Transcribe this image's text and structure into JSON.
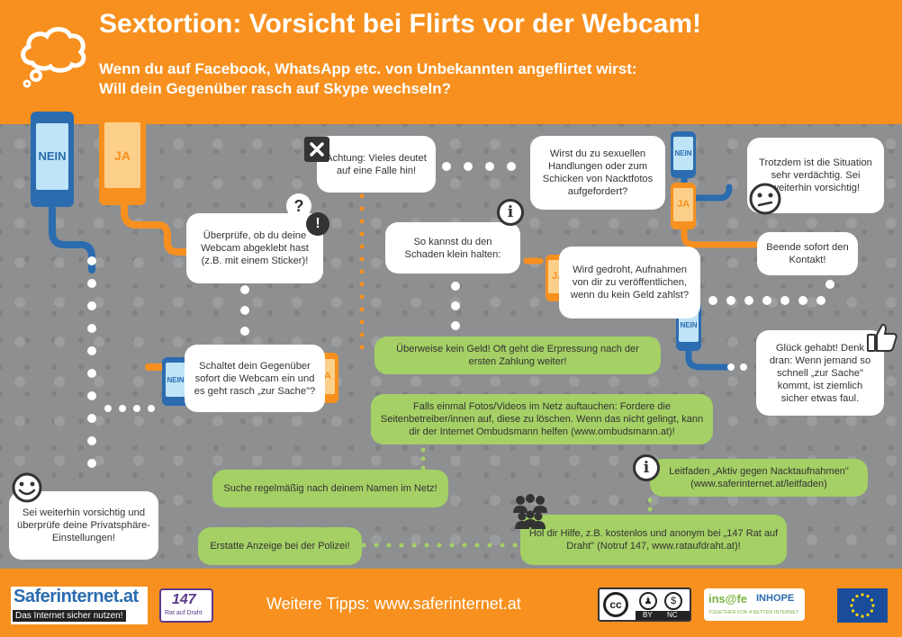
{
  "header": {
    "title": "Sextortion: Vorsicht bei Flirts vor der Webcam!",
    "subtitle_line1": "Wenn du auf Facebook, WhatsApp etc. von Unbekannten angeflirtet wirst:",
    "subtitle_line2": "Will dein Gegenüber rasch auf Skype wechseln?"
  },
  "phones": {
    "nein": "NEIN",
    "ja": "JA"
  },
  "bubbles": {
    "check_webcam": "Überprüfe, ob du deine Webcam abgeklebt hast (z.B. mit einem Sticker)!",
    "partner_webcam": "Schaltet dein Gegenüber sofort die Webcam ein und es geht rasch „zur Sache\"?",
    "stay_careful": "Sei weiterhin vorsichtig und überprüfe deine Privatsphäre-Einstellungen!",
    "warning_trap": "Achtung: Vieles deutet auf eine Falle hin!",
    "sexual_actions": "Wirst du zu sexuellen Handlungen oder zum Schicken von Nacktfotos aufgefordert?",
    "suspicious": "Trotzdem ist die Situation sehr verdächtig. Sei weiterhin vorsichtig!",
    "end_contact": "Beende sofort den Kontakt!",
    "limit_damage": "So kannst du den Schaden klein halten:",
    "threatened": "Wird gedroht, Aufnahmen von dir zu veröffentlichen, wenn du kein Geld zahlst?",
    "lucky": "Glück gehabt! Denk dran: Wenn jemand so schnell „zur Sache\" kommt, ist ziemlich sicher etwas faul."
  },
  "tips": {
    "no_money": "Überweise kein Geld! Oft geht die Erpressung nach der ersten Zahlung weiter!",
    "delete_request": "Falls einmal Fotos/Videos im Netz auftauchen: Fordere die Seitenbetreiber/innen auf, diese zu löschen. Wenn das nicht gelingt, kann dir der Internet Ombudsmann helfen (www.ombudsmann.at)!",
    "search_name": "Suche regelmäßig nach deinem Namen im Netz!",
    "report_police": "Erstatte Anzeige bei der Polizei!",
    "guide": "Leitfaden „Aktiv gegen Nacktaufnahmen\" (www.saferinternet.at/leitfaden)",
    "help_147": "Hol dir Hilfe, z.B. kostenlos und anonym bei „147 Rat auf Draht\" (Notruf 147, www.rataufdraht.at)!"
  },
  "icons": {
    "question": "?",
    "exclamation": "!",
    "info": "i"
  },
  "footer": {
    "logo_safer": "Saferinternet.at",
    "logo_safer_tagline": "Das Internet sicher nutzen!",
    "logo_147": "147",
    "logo_147_sub": "Rat auf Draht",
    "more_tips": "Weitere Tipps: www.saferinternet.at",
    "cc_by": "BY",
    "cc_nc": "NC",
    "insafe": "ins@fe",
    "inhope": "INHOPE",
    "insafe_tagline": "TOGETHER FOR A BETTER INTERNET"
  },
  "colors": {
    "orange": "#f7901e",
    "blue": "#2b6cb0",
    "green": "#a4d065",
    "grey": "#8e8f91"
  }
}
